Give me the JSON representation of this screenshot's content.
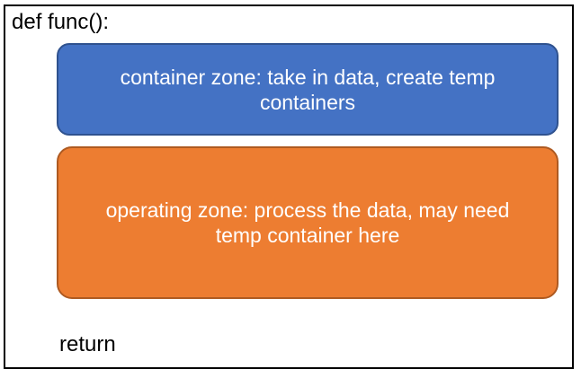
{
  "frame": {
    "border_color": "#000000"
  },
  "code": {
    "def_line": "def func():",
    "return_line": "return",
    "text_color": "#000000"
  },
  "zones": [
    {
      "id": "container-zone",
      "label": "container zone: take in data, create temp containers",
      "fill": "#4472C4",
      "border": "#2F528F",
      "text_color": "#FFFFFF"
    },
    {
      "id": "operating-zone",
      "label": "operating zone: process the data, may need temp container here",
      "fill": "#ED7D31",
      "border": "#AE5A21",
      "text_color": "#FFFFFF"
    }
  ]
}
